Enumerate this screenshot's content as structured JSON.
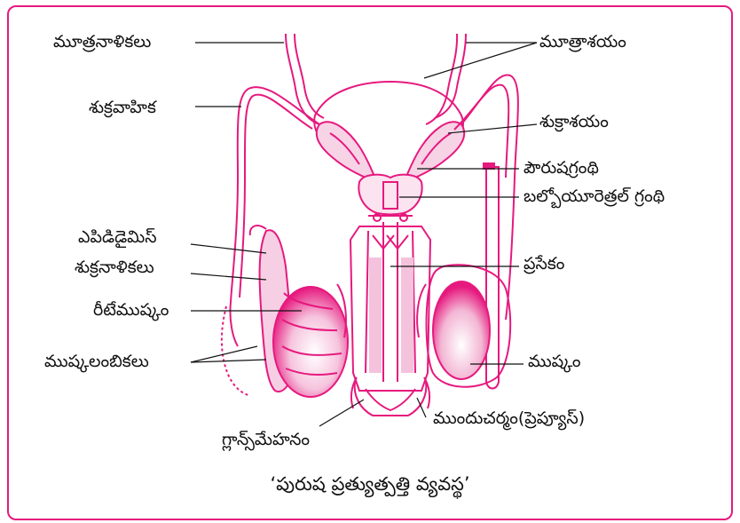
{
  "labels": {
    "ureters": "మూత్రనాళికలు",
    "vas_deferens": "శుక్రవాహిక",
    "epididymis": "ఎపిడిడైమిస్",
    "seminiferous_tubules": "శుక్రనాళికలు",
    "rete_testis": "రీటేముష్కం",
    "testicular_lobules": "ముష్కలంబికలు",
    "glans_penis": "గ్లాన్స్‌మేహనం",
    "urinary_bladder": "మూత్రాశయం",
    "seminal_vesicle": "శుక్రాశయం",
    "prostate_gland": "పౌరుషగ్రంథి",
    "bulbourethral_gland": "బల్బోయూరెత్రల్  గ్రంథి",
    "urethra": "ప్రసేకం",
    "testis": "ముష్కం",
    "foreskin": "ముందుచర్మం(ప్రెప్యూస్)"
  },
  "caption": "‘పురుష ప్రత్యుత్పత్తి వ్యవస్థ’",
  "colors": {
    "accent": "#e6197e",
    "ink": "#111111"
  }
}
